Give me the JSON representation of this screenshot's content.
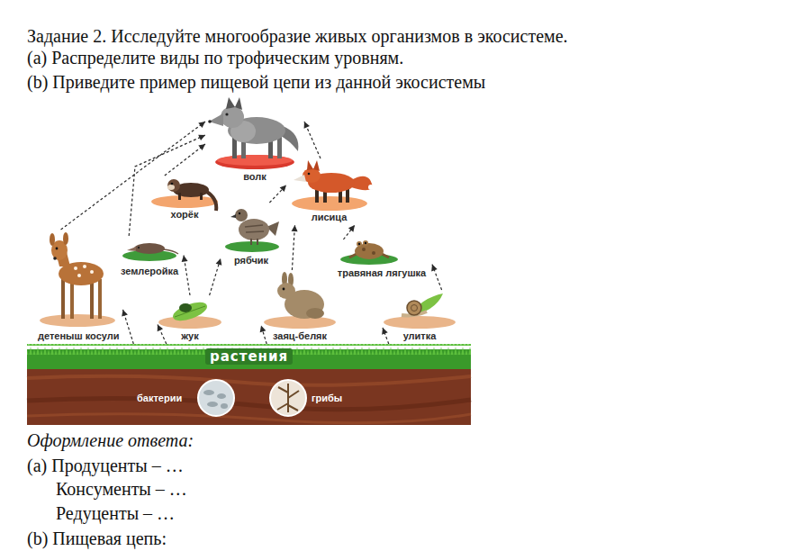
{
  "diagram": {
    "title": "Задание 2. Исследуйте многообразие живых организмов в экосистеме.",
    "nodes": [
      {
        "text": [
          "волк"
        ]
      },
      {
        "text": [
          "хорёк"
        ]
      },
      {
        "text": [
          "лисица"
        ]
      },
      {
        "text": [
          "землеройка"
        ]
      },
      {
        "text": [
          "рябчик"
        ]
      },
      {
        "text": [
          "травяная лягушка"
        ]
      },
      {
        "text": [
          "детеныш косули"
        ]
      },
      {
        "text": [
          "жук"
        ]
      },
      {
        "text": [
          "заяц-беляк"
        ]
      },
      {
        "text": [
          "улитка"
        ]
      },
      {
        "text": [
          "растения"
        ]
      },
      {
        "text": [
          "бактерии"
        ]
      },
      {
        "text": [
          "грибы"
        ]
      }
    ],
    "edges": [
      {
        "from": 6,
        "to": 0,
        "arrow": "to"
      },
      {
        "from": 10,
        "to": 6,
        "arrow": "to"
      },
      {
        "from": 10,
        "to": 7,
        "arrow": "to"
      },
      {
        "from": 10,
        "to": 8,
        "arrow": "to"
      },
      {
        "from": 10,
        "to": 9,
        "arrow": "to"
      },
      {
        "from": 1,
        "to": 0,
        "arrow": "to"
      },
      {
        "from": 3,
        "to": 0,
        "arrow": "to"
      },
      {
        "from": 2,
        "to": 0,
        "arrow": "to"
      },
      {
        "from": 8,
        "to": 2,
        "arrow": "to"
      },
      {
        "from": 4,
        "to": 2,
        "arrow": "to"
      },
      {
        "from": 7,
        "to": 3,
        "arrow": "to"
      },
      {
        "from": 7,
        "to": 4,
        "arrow": "to"
      },
      {
        "from": 9,
        "to": 5,
        "arrow": "to"
      },
      {
        "from": 5,
        "to": 2,
        "arrow": "to"
      }
    ],
    "labels": [
      "(a) Распределите виды по трофическим уровням.",
      "(b) Приведите пример пищевой цепи из данной экосистемы",
      "Оформление ответа:",
      "(a) Продуценты – …",
      "Консументы – …",
      "Редуценты – …",
      "(b) Пищевая цепь:"
    ]
  }
}
